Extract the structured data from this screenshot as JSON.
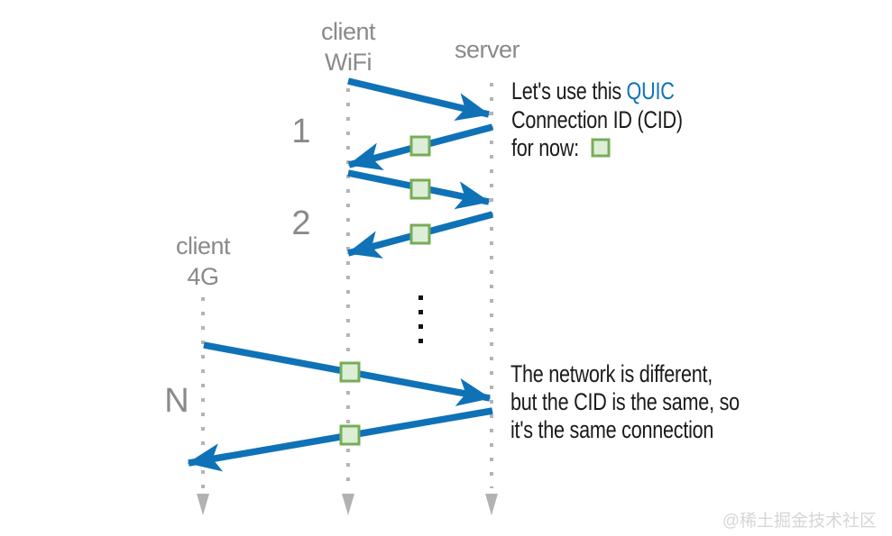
{
  "colors": {
    "arrow_blue": "#0f72b7",
    "cid_fill": "#ddeed6",
    "cid_border": "#76ad58",
    "label_gray": "#8a8a8a",
    "lifeline_gray": "#b4b4b4",
    "text_black": "#1a1a1a",
    "watermark_gray": "#d6d6d6"
  },
  "lanes": {
    "client_wifi": {
      "line1": "client",
      "line2": "WiFi"
    },
    "server": {
      "label": "server"
    },
    "client_4g": {
      "line1": "client",
      "line2": "4G"
    }
  },
  "steps": {
    "s1": "1",
    "s2": "2",
    "sN": "N"
  },
  "notes": {
    "cid": {
      "line1_pre": "Let's use this",
      "line1_highlight": "QUIC",
      "line2": "Connection ID (CID)",
      "line3": "for now:"
    },
    "migration": {
      "line1": "The network is different,",
      "line2": "but the CID is the same, so",
      "line3": "it's the same connection"
    }
  },
  "icons": {
    "cid_square": "green-square-cid-token",
    "lifeline_end": "down-arrowhead"
  },
  "watermark": "@稀土掘金技术社区"
}
